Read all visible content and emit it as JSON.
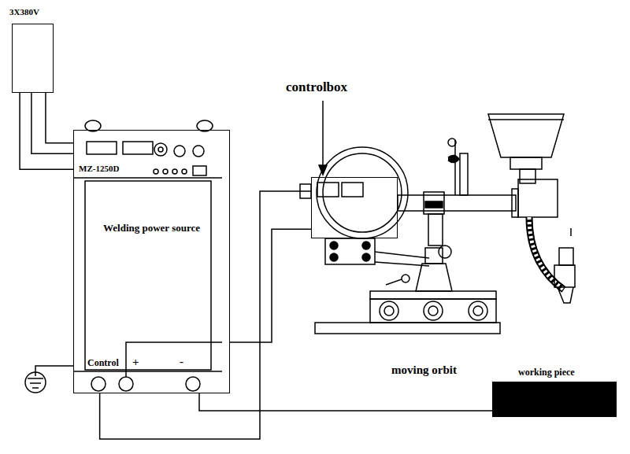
{
  "diagram": {
    "nodes": [
      {
        "text": [
          "3X380V"
        ]
      },
      {
        "text": [
          "Welding power source"
        ]
      },
      {
        "text": [
          "controlbox"
        ]
      },
      {
        "text": [
          "working piece"
        ]
      }
    ],
    "edges": [
      {
        "from": 0,
        "to": 1,
        "arrow": "none"
      },
      {
        "from": 0,
        "to": 1,
        "arrow": "none"
      },
      {
        "from": 0,
        "to": 1,
        "arrow": "none"
      },
      {
        "from": 1,
        "to": 2,
        "arrow": "none"
      },
      {
        "from": 1,
        "to": 2,
        "arrow": "none"
      },
      {
        "from": 1,
        "to": 3,
        "arrow": "none"
      }
    ],
    "labels": [
      "MZ-1250D",
      "Control",
      "+",
      "-",
      "moving orbit"
    ]
  }
}
